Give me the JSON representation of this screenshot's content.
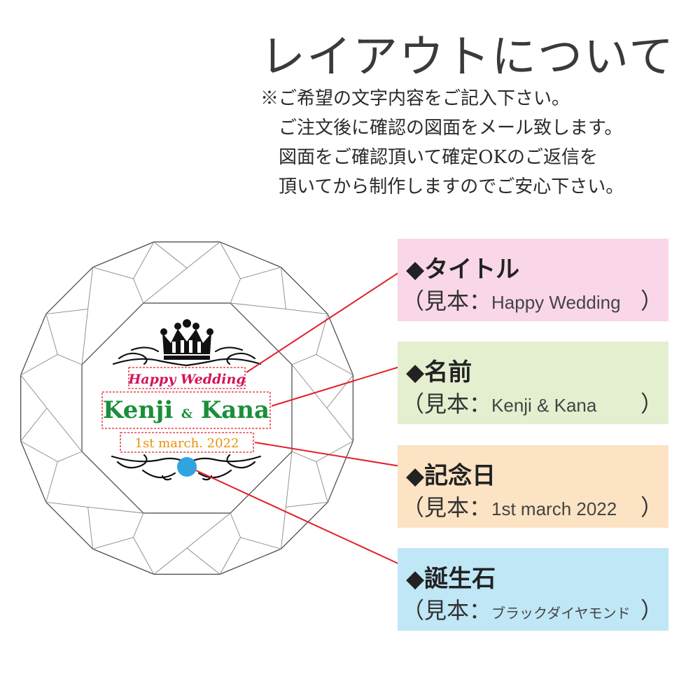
{
  "heading": "レイアウトについて",
  "notes": [
    "※ご希望の文字内容をご記入下さい。",
    "ご注文後に確認の図面をメール致します。",
    "図面をご確認頂いて確定OKのご返信を",
    "頂いてから制作しますのでご安心下さい。"
  ],
  "design": {
    "title_text": "Happy Wedding",
    "name_left": "Kenji",
    "name_amp": "&",
    "name_right": "Kana",
    "date_text": "1st march. 2022",
    "title_color": "#d4145a",
    "name_color": "#1a8f3a",
    "date_color": "#e8920c",
    "stone_color": "#2fa4e0",
    "guide_color": "#e0202a"
  },
  "panels": [
    {
      "heading": "◆タイトル",
      "prefix": "（見本：",
      "value": "Happy Wedding",
      "close": "）",
      "bg": "#fad7e8"
    },
    {
      "heading": "◆名前",
      "prefix": "（見本：",
      "value": "Kenji & Kana",
      "close": "）",
      "bg": "#e3efcf"
    },
    {
      "heading": "◆記念日",
      "prefix": "（見本：",
      "value": "1st march 2022",
      "close": "）",
      "bg": "#fce3c4"
    },
    {
      "heading": "◆誕生石",
      "prefix": "（見本：",
      "value": "ブラックダイヤモンド",
      "close": "）",
      "bg": "#bfe7f6"
    }
  ]
}
